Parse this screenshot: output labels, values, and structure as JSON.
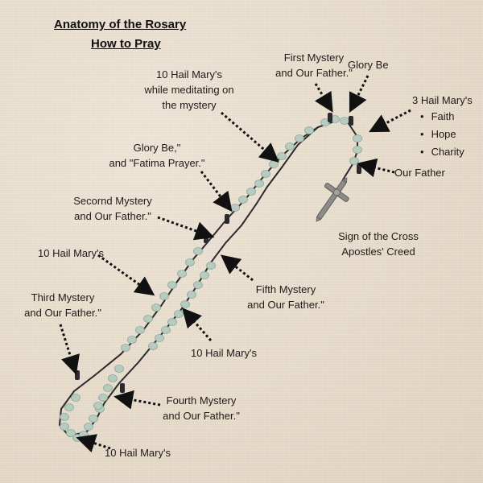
{
  "title": {
    "line1": "Anatomy of the Rosary",
    "line2": "How to Pray"
  },
  "labels": {
    "first_mystery": [
      "First Mystery",
      "and Our Father.\""
    ],
    "glory_be_top": "Glory Be",
    "three_hail_marys": "3 Hail Mary's",
    "virtues": [
      "Faith",
      "Hope",
      "Charity"
    ],
    "our_father": "Our Father",
    "ten_hail_meditating": [
      "10 Hail Mary's",
      "while meditating on",
      "the mystery"
    ],
    "glory_be_fatima": [
      "Glory Be,\"",
      "and \"Fatima Prayer.\""
    ],
    "second_mystery": [
      "Secornd Mystery",
      "and Our Father.\""
    ],
    "sign_of_cross": [
      "Sign of the Cross",
      "Apostles' Creed"
    ],
    "ten_hail_left": "10 Hail Mary's",
    "fifth_mystery": [
      "Fifth Mystery",
      "and  Our Father.\""
    ],
    "third_mystery": [
      "Third Mystery",
      "and  Our Father.\""
    ],
    "ten_hail_mid": "10 Hail Mary's",
    "fourth_mystery": [
      "Fourth Mystery",
      "and  Our Father.\""
    ],
    "ten_hail_bottom": "10 Hail Mary's"
  },
  "colors": {
    "background": "#ede3d4",
    "bead": "#b4cdc0",
    "cord": "#2a2a2e",
    "crucifix": "#8e8c88",
    "text": "#1e1b18"
  }
}
